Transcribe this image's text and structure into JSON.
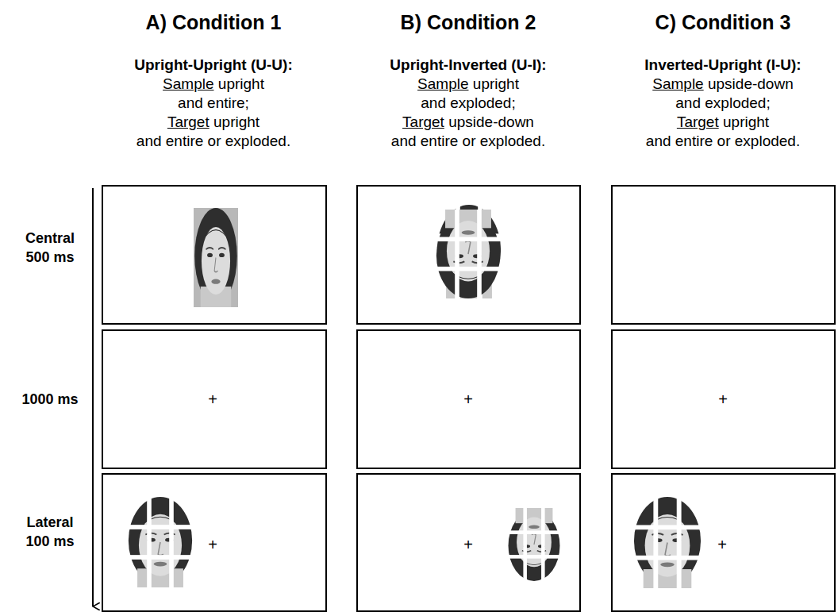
{
  "diagram": {
    "labels": [
      "A) Condition 1",
      "Upright-Upright (U-U):",
      "Sample",
      "upright",
      "and entire;",
      "Target",
      "upright",
      "and entire or exploded.",
      "B) Condition 2",
      "Upright-Inverted (U-I):",
      "Sample",
      "upright",
      "and exploded;",
      "Target",
      "upside-down",
      "and entire or exploded.",
      "C) Condition 3",
      "Inverted-Upright (I-U):",
      "Sample",
      "upside-down",
      "and exploded;",
      "Target",
      "upright",
      "and entire or exploded.",
      "Central 500 ms",
      "1000 ms",
      "Lateral 100 ms",
      "+",
      "+",
      "+",
      "+",
      "+",
      "+"
    ]
  }
}
